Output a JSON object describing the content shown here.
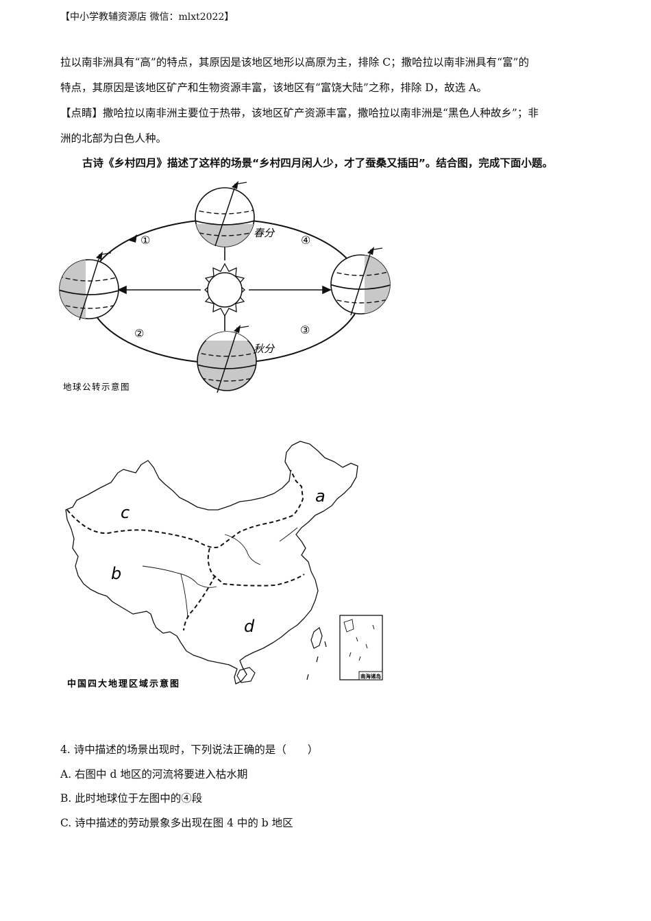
{
  "header": "【中小学教辅资源店 微信：mlxt2022】",
  "paragraphs": {
    "p1_line1": "拉以南非洲具有“高”的特点，其原因是该地区地形以高原为主，排除 C；撒哈拉以南非洲具有“富”的",
    "p1_line2": "特点，其原因是该地区矿产和生物资源丰富，该地区有“富饶大陆”之称，排除 D，故选 A。",
    "p2_line1": "【点睛】撒哈拉以南非洲主要位于热带，该地区矿产资源丰富，撒哈拉以南非洲是“黑色人种故乡”；非",
    "p2_line2": "洲的北部为白色人种。"
  },
  "intro": "古诗《乡村四月》描述了这样的场景“乡村四月闲人少，才了蚕桑又插田”。结合图，完成下面小题。",
  "figure1": {
    "caption": "地球公转示意图",
    "spring_label": "春分",
    "autumn_label": "秋分",
    "segments": [
      "①",
      "②",
      "③",
      "④"
    ]
  },
  "figure2": {
    "caption": "中国四大地理区域示意图",
    "regions": [
      "a",
      "b",
      "c",
      "d"
    ],
    "inset_label": "南海诸岛"
  },
  "question": {
    "stem": "4. 诗中描述的场景出现时，下列说法正确的是（　　）",
    "options": [
      "A. 右图中 d 地区的河流将要进入枯水期",
      "B. 此时地球位于左图中的④段",
      "C. 诗中描述的劳动景象多出现在图 4 中的 b 地区"
    ]
  }
}
